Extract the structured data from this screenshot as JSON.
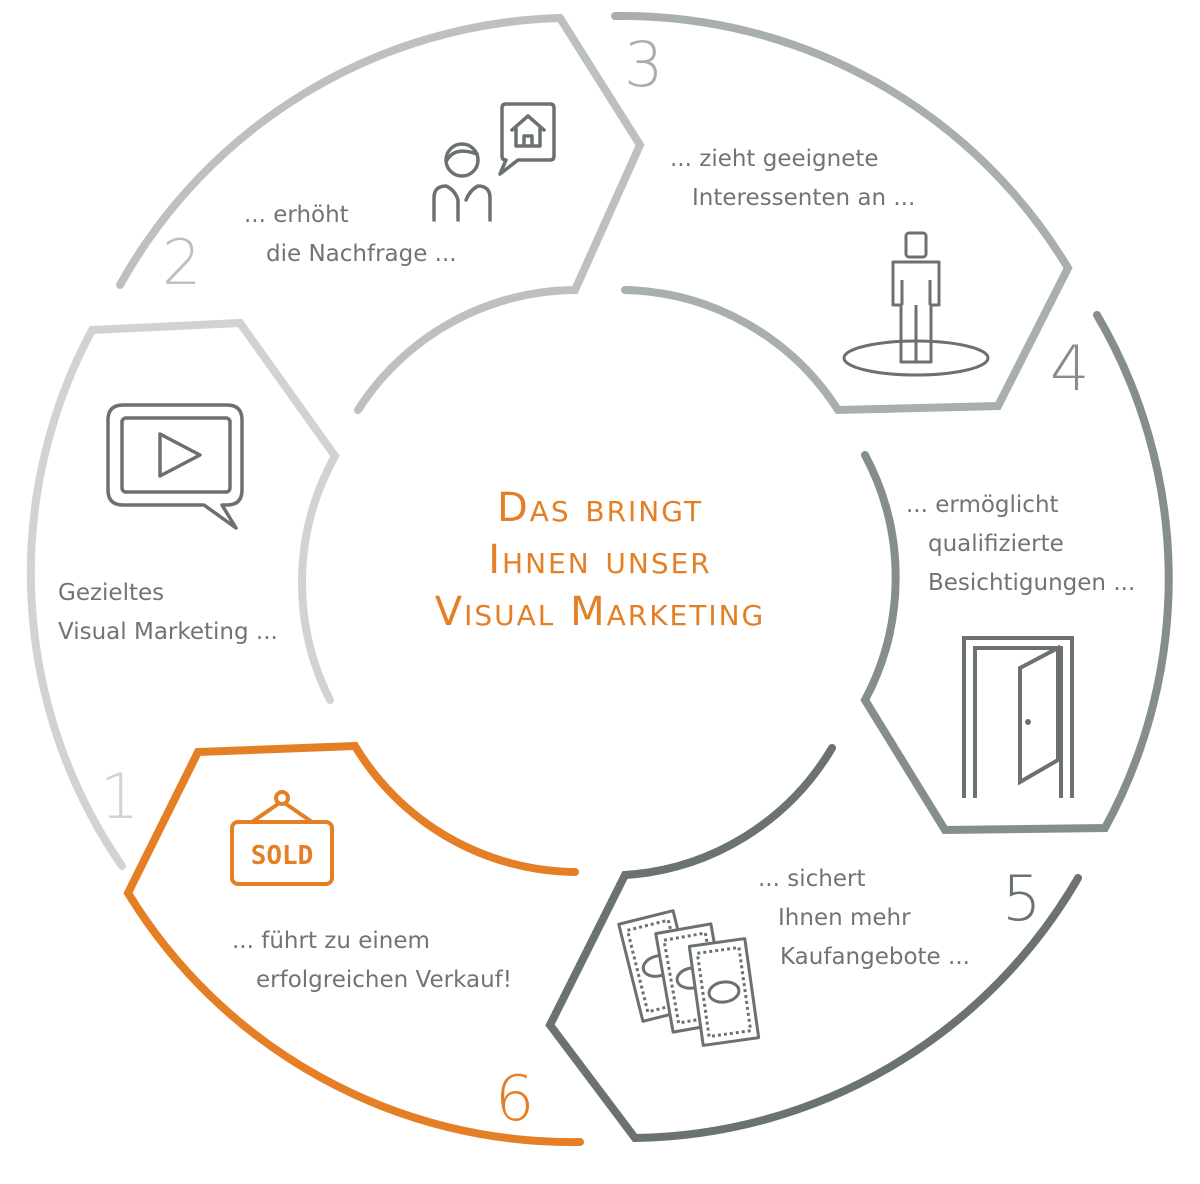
{
  "title": {
    "lines": [
      "Das bringt",
      "Ihnen unser",
      "Visual Marketing"
    ]
  },
  "colors": {
    "accent": "#e57f26",
    "grey1": "#cfd3d1",
    "grey2": "#bcc1bf",
    "grey3": "#a8afac",
    "grey4": "#868e8b",
    "grey5": "#6b736f",
    "icon": "#6b716f"
  },
  "steps": [
    {
      "number": "1",
      "lines": [
        "Gezieltes",
        "Visual Marketing ..."
      ],
      "icon": "video-play-icon"
    },
    {
      "number": "2",
      "lines": [
        "... erhöht",
        "die Nachfrage ..."
      ],
      "icon": "person-house-bubble-icon"
    },
    {
      "number": "3",
      "lines": [
        "... zieht geeignete",
        "Interessenten an ..."
      ],
      "icon": "person-standing-icon"
    },
    {
      "number": "4",
      "lines": [
        "... ermöglicht",
        "qualifizierte",
        "Besichtigungen ..."
      ],
      "icon": "open-door-icon"
    },
    {
      "number": "5",
      "lines": [
        "... sichert",
        "Ihnen mehr",
        "Kaufangebote ..."
      ],
      "icon": "banknotes-icon"
    },
    {
      "number": "6",
      "lines": [
        "... führt zu einem",
        "erfolgreichen Verkauf!"
      ],
      "icon": "sold-sign-icon"
    }
  ],
  "sold_sign": {
    "text": "SOLD"
  }
}
